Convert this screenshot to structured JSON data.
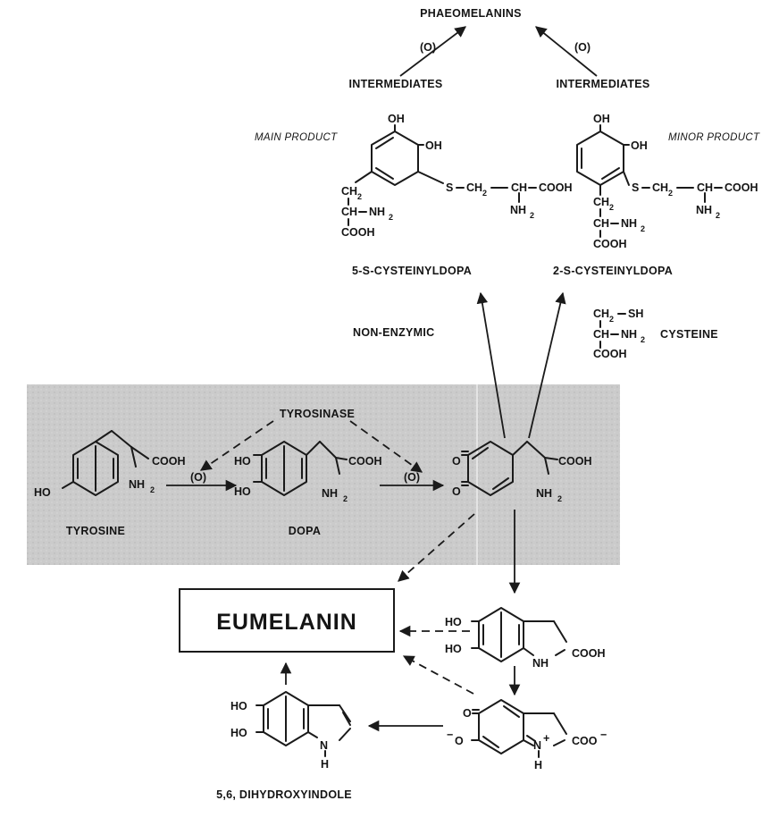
{
  "labels": {
    "phaeomelanins": "PHAEOMELANINS",
    "oxidation": "(O)",
    "intermediates": "INTERMEDIATES",
    "main_product": "MAIN PRODUCT",
    "minor_product": "MINOR PRODUCT",
    "cysteinyldopa_5": "5-S-CYSTEINYLDOPA",
    "cysteinyldopa_2": "2-S-CYSTEINYLDOPA",
    "non_enzymic": "NON-ENZYMIC",
    "cysteine": "CYSTEINE",
    "tyrosinase": "TYROSINASE",
    "tyrosine": "TYROSINE",
    "dopa": "DOPA",
    "eumelanin": "EUMELANIN",
    "dihydroxyindole": "5,6, DIHYDROXYINDOLE"
  },
  "groups": {
    "oh": "OH",
    "ho": "HO",
    "cooh": "COOH",
    "nh2": "NH",
    "sub2": "2",
    "ch2": "CH",
    "ch": "CH",
    "s": "S",
    "sh": "SH",
    "o": "O",
    "nh": "NH",
    "n_plus": "N",
    "plus": "+",
    "h": "H",
    "minus": "−",
    "coo": "COO"
  },
  "colors": {
    "shaded_band": "#c9c9c9",
    "ink": "#1a1a1a"
  }
}
